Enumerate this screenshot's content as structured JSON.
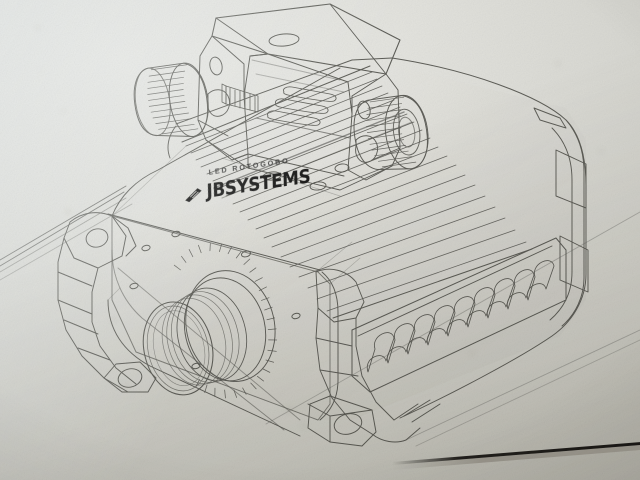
{
  "media": {
    "kind": "photograph-of-printed-technical-drawing",
    "surface": "matte printed page",
    "line_art_style": "isometric outline / wireframe engineering illustration",
    "ink_color": "#4a4a46",
    "paper_color": "#dedeD8",
    "page_edge_color": "#14120f"
  },
  "branding": {
    "model_label": "LED ROTOGOBO",
    "brand_name": "JBSYSTEMS",
    "logo_icon": "jb-triangle-mark"
  },
  "subject": {
    "product": "LED ROTOGOBO projector",
    "view": "three-quarter isometric, front-left",
    "parts": [
      {
        "name": "mounting-bracket",
        "description": "U-shaped omega bracket on top"
      },
      {
        "name": "locking-knob-left",
        "description": "knurled thumb knob, left pivot"
      },
      {
        "name": "locking-knob-right",
        "description": "knurled thumb knob, right pivot"
      },
      {
        "name": "bracket-slot",
        "description": "slotted cut-outs in bracket base"
      },
      {
        "name": "bracket-hole",
        "description": "oval mounting hole in bracket top"
      },
      {
        "name": "threaded-stud",
        "description": "threaded rod protruding left"
      },
      {
        "name": "housing-body",
        "description": "ribbed cylindrical heat-sink housing"
      },
      {
        "name": "heat-sink-fins",
        "description": "longitudinal cooling fins"
      },
      {
        "name": "vent-slots",
        "description": "row of vertical louvre vents on side panel"
      },
      {
        "name": "front-panel",
        "description": "flat front face carrying the brand print"
      },
      {
        "name": "lens-barrel",
        "description": "knurled focus ring and lens"
      },
      {
        "name": "lens-glass",
        "description": "circular front lens element"
      },
      {
        "name": "yoke-arm-left",
        "description": "segmented side arm / hinge bracket"
      },
      {
        "name": "yoke-arm-right",
        "description": "segmented side arm with foot"
      },
      {
        "name": "rear-cap",
        "description": "end cap with rail detail"
      }
    ]
  },
  "annotations": {
    "visible_text": [
      "LED ROTOGOBO",
      "JBSYSTEMS"
    ],
    "page_edge_note": "dark diagonal page edge at lower right",
    "background_marks": "faint pencil/dust specks on the paper"
  }
}
